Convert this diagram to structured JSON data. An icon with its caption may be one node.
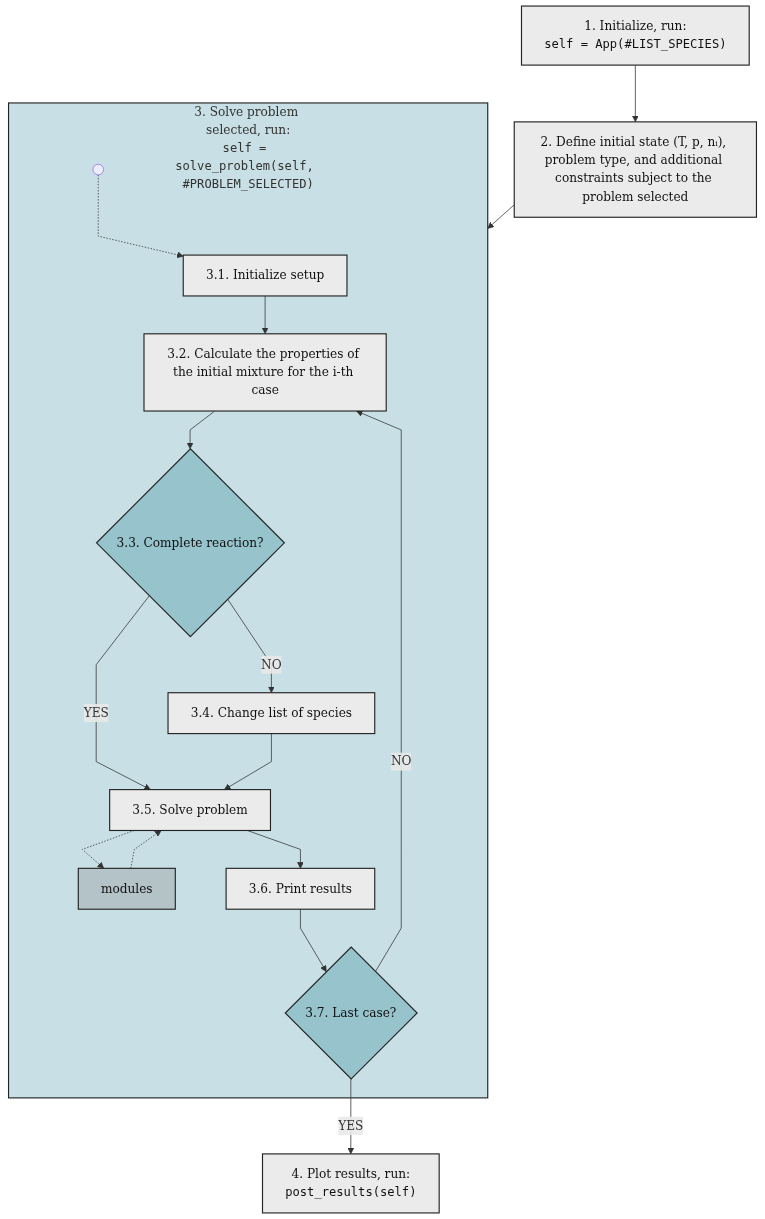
{
  "diagram": {
    "nodes": [
      {
        "text": [
          "1. Initialize, run:",
          "self = App(#LIST_SPECIES)"
        ]
      },
      {
        "text": [
          "2. Define initial state (T, p, nᵢ), problem type, and additional constraints subject to the problem selected"
        ]
      },
      {
        "text": [
          "3. Solve problem selected, run:",
          "self = solve_problem(self, #PROBLEM_SELECTED)"
        ]
      },
      {
        "text": [
          "3.1. Initialize setup"
        ],
        "in": 2
      },
      {
        "text": [
          "3.2. Calculate the properties of the initial mixture for the i-th case"
        ],
        "in": 2
      },
      {
        "text": [
          "3.3. Complete reaction?"
        ],
        "in": 2
      },
      {
        "text": [
          "3.4. Change list of species"
        ],
        "in": 2
      },
      {
        "text": [
          "modules"
        ],
        "in": 2
      },
      {
        "text": [
          "3.5. Solve problem"
        ],
        "in": 2
      },
      {
        "text": [
          "3.6. Print results"
        ],
        "in": 2
      },
      {
        "text": [
          "3.7. Last case?"
        ],
        "in": 2
      },
      {
        "text": [
          "4. Plot results, run:",
          "post_results(self)"
        ]
      }
    ],
    "edges": [
      {
        "from": 0,
        "to": 1,
        "arrow": "to"
      },
      {
        "from": 1,
        "to": 2,
        "arrow": "to"
      },
      {
        "from": null,
        "to": 3,
        "arrow": "to",
        "style": "dashed"
      },
      {
        "from": 3,
        "to": 4,
        "arrow": "to"
      },
      {
        "from": 4,
        "to": 5,
        "arrow": "to"
      },
      {
        "from": 5,
        "to": 6,
        "arrow": "to",
        "label": "NO"
      },
      {
        "from": 5,
        "to": 8,
        "arrow": "to",
        "label": "YES"
      },
      {
        "from": 6,
        "to": 8,
        "arrow": "to"
      },
      {
        "from": 7,
        "to": 8,
        "arrow": "to",
        "style": "dashed"
      },
      {
        "from": 8,
        "to": 7,
        "arrow": "to",
        "style": "dashed"
      },
      {
        "from": 8,
        "to": 9,
        "arrow": "to"
      },
      {
        "from": 9,
        "to": 10,
        "arrow": "to"
      },
      {
        "from": 10,
        "to": 4,
        "arrow": "to",
        "label": "NO"
      },
      {
        "from": 10,
        "to": 11,
        "arrow": "to",
        "label": "YES"
      }
    ]
  }
}
